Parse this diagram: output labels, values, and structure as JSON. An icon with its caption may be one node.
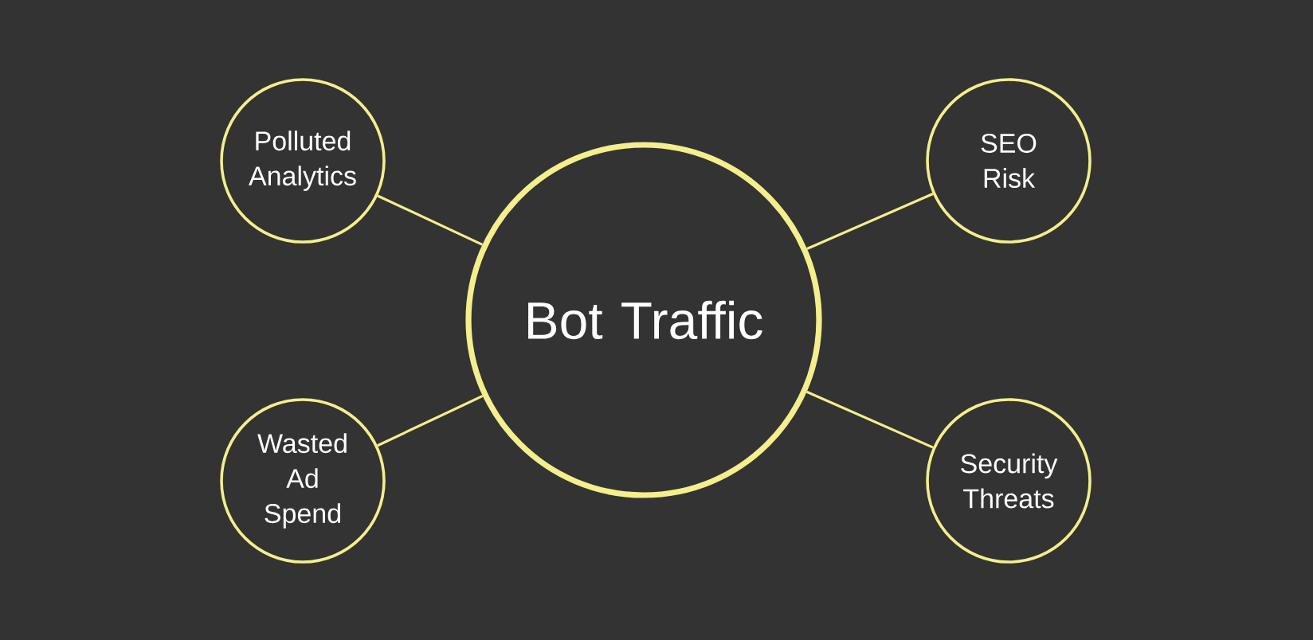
{
  "diagram": {
    "nodes": [
      {
        "text": [
          "Polluted Analytics"
        ]
      },
      {
        "text": [
          "SEO Risk"
        ]
      },
      {
        "text": [
          "Bot Traffic"
        ]
      },
      {
        "text": [
          "Wasted Ad Spend"
        ]
      },
      {
        "text": [
          "Security Threats"
        ]
      }
    ],
    "edges": [
      {
        "from": 2,
        "to": 0,
        "arrow": "none"
      },
      {
        "from": 2,
        "to": 1,
        "arrow": "none"
      },
      {
        "from": 2,
        "to": 3,
        "arrow": "none"
      },
      {
        "from": 2,
        "to": 4,
        "arrow": "none"
      }
    ]
  }
}
